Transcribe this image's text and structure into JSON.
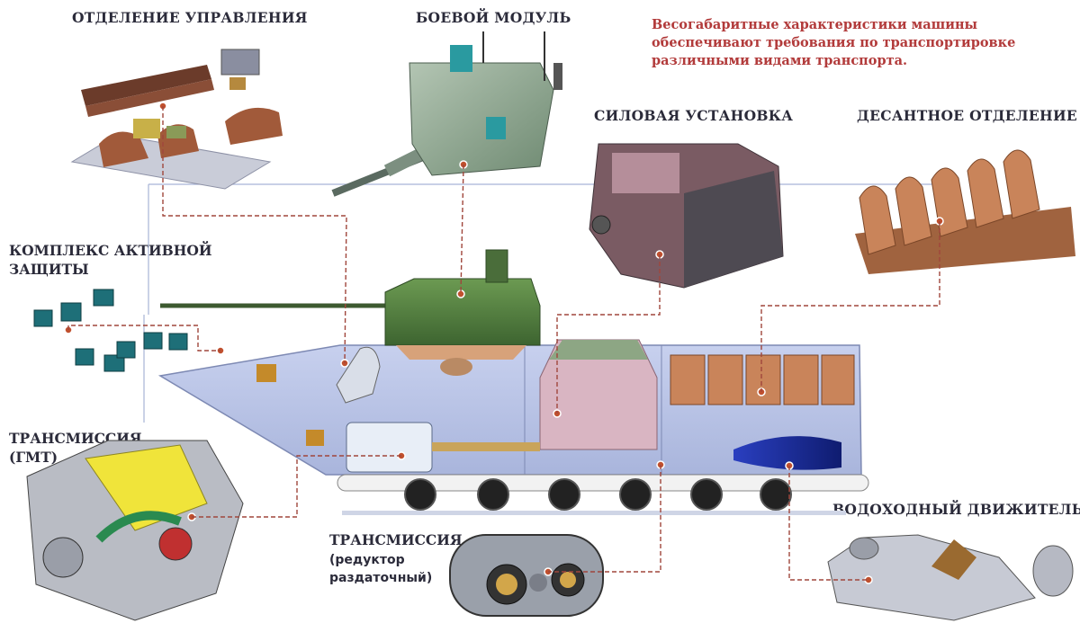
{
  "labels": {
    "control": "ОТДЕЛЕНИЕ УПРАВЛЕНИЯ",
    "combat_module": "БОЕВОЙ МОДУЛЬ",
    "power_unit": "СИЛОВАЯ УСТАНОВКА",
    "troop": "ДЕСАНТНОЕ ОТДЕЛЕНИЕ",
    "aps_line1": "КОМПЛЕКС АКТИВНОЙ",
    "aps_line2": "ЗАЩИТЫ",
    "gmt_line1": "ТРАНСМИССИЯ",
    "gmt_line2": "(ГМТ)",
    "water_jet": "ВОДОХОДНЫЙ ДВИЖИТЕЛЬ",
    "transfer_line1": "ТРАНСМИССИЯ",
    "transfer_line2": "(редуктор",
    "transfer_line3": "раздаточный)"
  },
  "note": "Весогабаритные характеристики машины обеспечивают требования по транспортировке различными видами транспорта.",
  "colors": {
    "label": "#2b2b3a",
    "note": "#b23b3b",
    "leader_dashed": "#a0463c",
    "leader_solid": "#a7b3d6",
    "hull": "#b7c2e4",
    "turret_green": "#4e7a3c",
    "engine_pink": "#d9b5c2",
    "seat_brown": "#c9845a",
    "gmt_yellow": "#f0e43a",
    "jet_blue": "#1a2fa0"
  }
}
